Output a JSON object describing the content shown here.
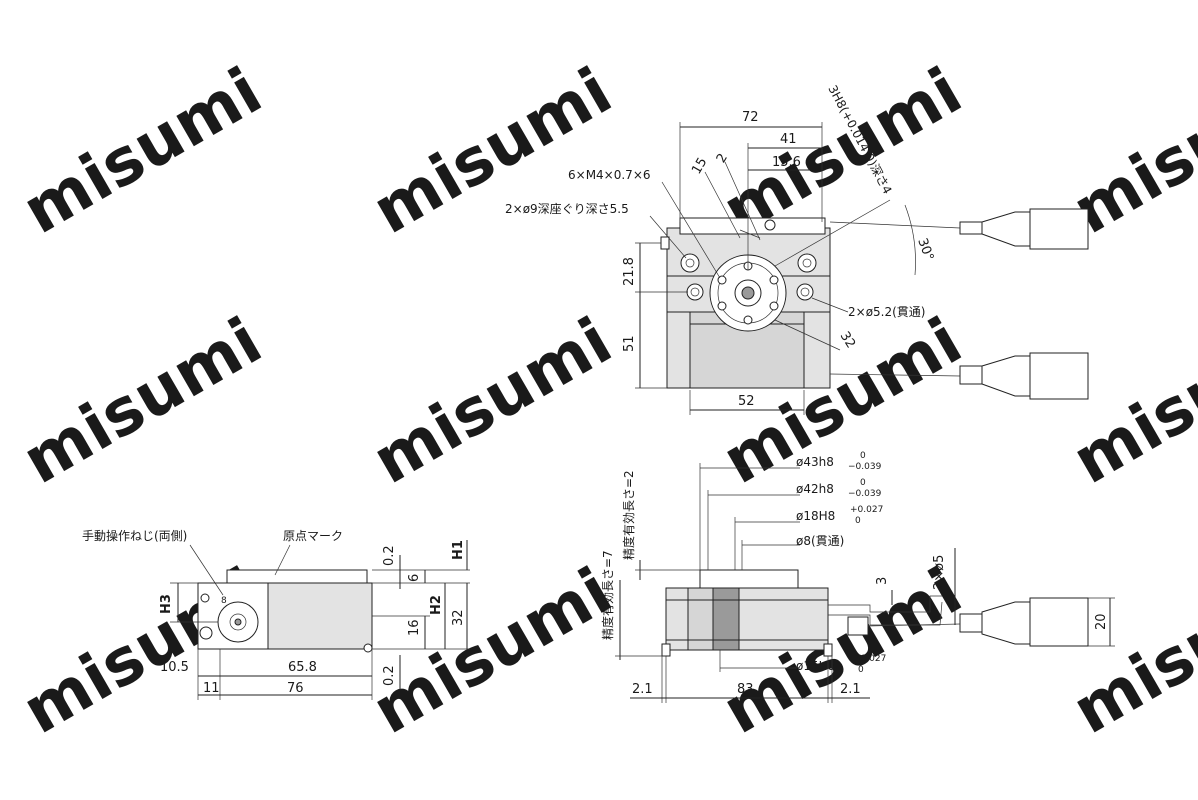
{
  "watermark": "misumi",
  "top_view": {
    "dim_width_72": "72",
    "dim_41": "41",
    "dim_15_6": "15.6",
    "dim_15": "15",
    "dim_2": "2",
    "label_tapped_holes": "6×M4×0.7×6",
    "label_counterbore": "2×ø9深座ぐり深さ5.5",
    "label_reamed_hole": "3H8(+0.014 0)深さ4",
    "angle_30": "30°",
    "dim_21_8": "21.8",
    "dim_51": "51",
    "label_through_holes": "2×ø5.2(貫通)",
    "dim_32": "32",
    "dim_52": "52"
  },
  "front_view": {
    "dim_phi43": "ø43h8",
    "tol_phi43_upper": "0",
    "tol_phi43_lower": "−0.039",
    "dim_phi42": "ø42h8",
    "tol_phi42_upper": "0",
    "tol_phi42_lower": "−0.039",
    "dim_phi18": "ø18H8",
    "tol_phi18_upper": "+0.027",
    "tol_phi18_lower": "0",
    "dim_phi8": "ø8(貫通)",
    "label_depth_2": "精度有効長さ=2",
    "label_depth_7": "精度有効長さ=7",
    "dim_3": "3",
    "dim_2x5": "2×ø5",
    "dim_20": "20",
    "dim_phi15": "ø15H8",
    "tol_phi15_upper": "+0.027",
    "tol_phi15_lower": "0",
    "dim_2_1_left": "2.1",
    "dim_83": "83",
    "dim_2_1_right": "2.1"
  },
  "side_view": {
    "label_manual_screw": "手動操作ねじ(両側)",
    "label_origin_mark": "原点マーク",
    "dim_0_2_top": "0.2",
    "dim_H1": "H1",
    "dim_6": "6",
    "dim_H3": "H3",
    "dim_H2": "H2",
    "dim_32": "32",
    "dim_16": "16",
    "dim_0_2_bottom": "0.2",
    "dim_10_5": "10.5",
    "dim_65_8": "65.8",
    "dim_11": "11",
    "dim_76": "76",
    "label_small_8": "8"
  }
}
